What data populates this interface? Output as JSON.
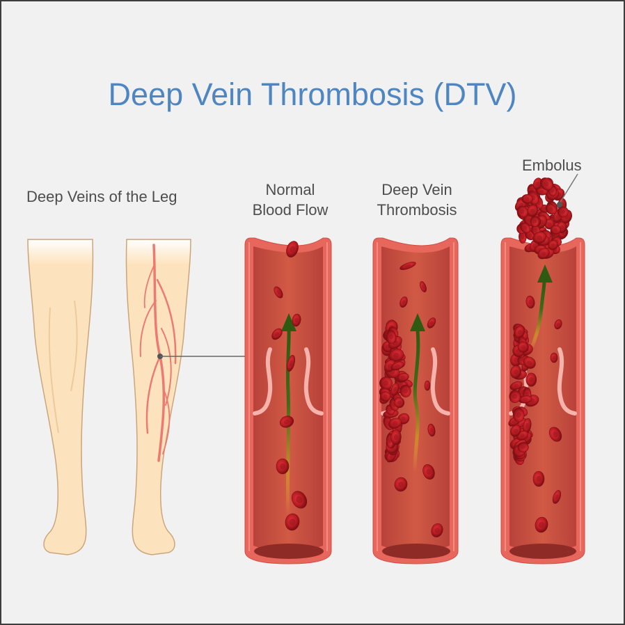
{
  "title": "Deep Vein Thrombosis (DTV)",
  "labels": {
    "leg": "Deep Veins of the Leg",
    "normal_line1": "Normal",
    "normal_line2": "Blood Flow",
    "dvt_line1": "Deep Vein",
    "dvt_line2": "Thrombosis",
    "embolus": "Embolus"
  },
  "colors": {
    "title": "#4f86c1",
    "label": "#4d4d4d",
    "background": "#f1f1f1",
    "skin": "#fde3bd",
    "vein_wall": "#e85d55",
    "vessel_interior": "#c84f3f",
    "blood_cell": "#b81c22",
    "flow_arrow": "#2e5a12"
  }
}
